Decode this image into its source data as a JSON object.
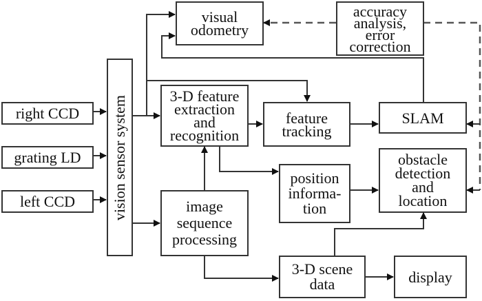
{
  "diagram": {
    "nodes": {
      "right_ccd": "right CCD",
      "grating_ld": "grating LD",
      "left_ccd": "left CCD",
      "vision_sensor": "vision sensor system",
      "visual_odometry": "visual\nodometry",
      "accuracy": "accuracy\nanalysis,\nerror\ncorrection",
      "feature_extraction": "3-D feature\nextraction\nand\nrecognition",
      "feature_tracking": "feature\ntracking",
      "slam": "SLAM",
      "position_info": "position\ninforma-\ntion",
      "obstacle": "obstacle\ndetection\nand\nlocation",
      "image_sequence": "image\nsequence\nprocessing",
      "scene_data": "3-D scene\ndata",
      "display": "display"
    },
    "edges": [
      {
        "from": "right CCD",
        "to": "vision sensor system",
        "style": "solid"
      },
      {
        "from": "grating LD",
        "to": "vision sensor system",
        "style": "solid"
      },
      {
        "from": "left CCD",
        "to": "vision sensor system",
        "style": "solid"
      },
      {
        "from": "vision sensor system",
        "to": "visual odometry",
        "style": "solid"
      },
      {
        "from": "vision sensor system",
        "to": "3-D feature extraction and recognition",
        "style": "solid"
      },
      {
        "from": "vision sensor system",
        "to": "feature tracking",
        "style": "solid"
      },
      {
        "from": "vision sensor system",
        "to": "image sequence processing",
        "style": "solid"
      },
      {
        "from": "3-D feature extraction and recognition",
        "to": "feature tracking",
        "style": "solid"
      },
      {
        "from": "3-D feature extraction and recognition",
        "to": "position information",
        "style": "solid"
      },
      {
        "from": "image sequence processing",
        "to": "3-D feature extraction and recognition",
        "style": "solid"
      },
      {
        "from": "image sequence processing",
        "to": "3-D scene data",
        "style": "solid"
      },
      {
        "from": "feature tracking",
        "to": "SLAM",
        "style": "solid"
      },
      {
        "from": "SLAM",
        "to": "visual odometry",
        "style": "solid"
      },
      {
        "from": "position information",
        "to": "obstacle detection and location",
        "style": "solid"
      },
      {
        "from": "3-D scene data",
        "to": "obstacle detection and location",
        "style": "solid"
      },
      {
        "from": "3-D scene data",
        "to": "display",
        "style": "solid"
      },
      {
        "from": "accuracy analysis, error correction",
        "to": "visual odometry",
        "style": "dashed"
      },
      {
        "from": "accuracy analysis, error correction",
        "to": "SLAM",
        "style": "dashed"
      },
      {
        "from": "accuracy analysis, error correction",
        "to": "obstacle detection and location",
        "style": "dashed"
      }
    ]
  }
}
